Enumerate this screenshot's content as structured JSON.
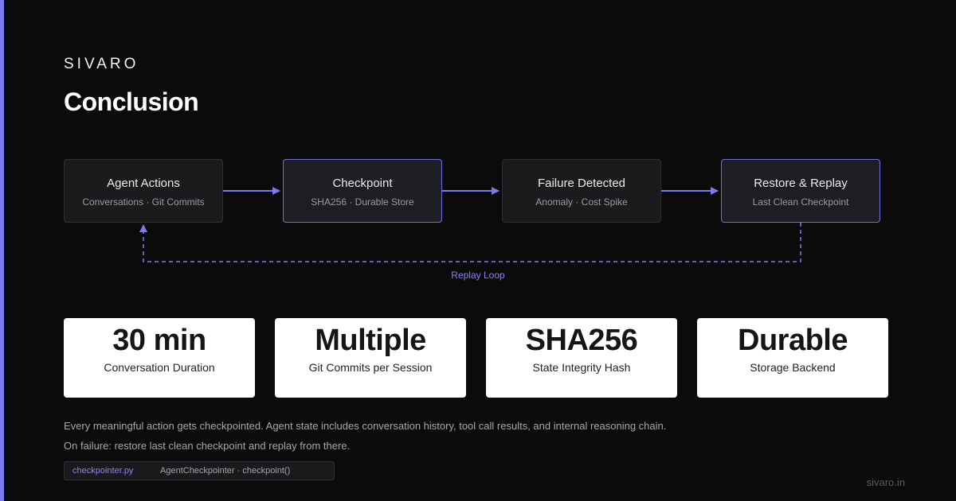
{
  "brand": "SIVARO",
  "title": "Conclusion",
  "colors": {
    "accent": "#7b7cf0",
    "background": "#0b0b0c",
    "card": "#ffffff"
  },
  "flow": {
    "nodes": [
      {
        "title": "Agent Actions",
        "subtitle": "Conversations · Git Commits"
      },
      {
        "title": "Checkpoint",
        "subtitle": "SHA256 · Durable Store"
      },
      {
        "title": "Failure Detected",
        "subtitle": "Anomaly · Cost Spike"
      },
      {
        "title": "Restore & Replay",
        "subtitle": "Last Clean Checkpoint"
      }
    ],
    "loop_label": "Replay Loop"
  },
  "stats": [
    {
      "value": "30 min",
      "label": "Conversation Duration"
    },
    {
      "value": "Multiple",
      "label": "Git Commits per Session"
    },
    {
      "value": "SHA256",
      "label": "State Integrity Hash"
    },
    {
      "value": "Durable",
      "label": "Storage Backend"
    }
  ],
  "description": [
    "Every meaningful action gets checkpointed. Agent state includes conversation history, tool call results, and internal reasoning chain.",
    "On failure: restore last clean checkpoint and replay from there."
  ],
  "code": {
    "file": "checkpointer.py",
    "symbol": "AgentCheckpointer · checkpoint()"
  },
  "footer": "sivaro.in"
}
